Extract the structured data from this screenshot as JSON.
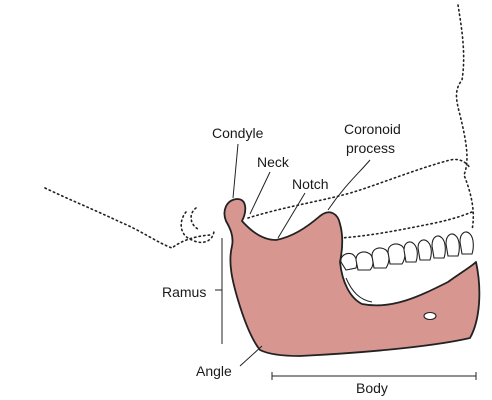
{
  "labels": {
    "condyle": "Condyle",
    "neck": "Neck",
    "notch": "Notch",
    "coronoid_line1": "Coronoid",
    "coronoid_line2": "process",
    "ramus": "Ramus",
    "angle": "Angle",
    "body": "Body"
  },
  "colors": {
    "mandible_fill": "#d89690",
    "outline": "#222222",
    "skull_dots": "#222222",
    "background": "#ffffff"
  }
}
